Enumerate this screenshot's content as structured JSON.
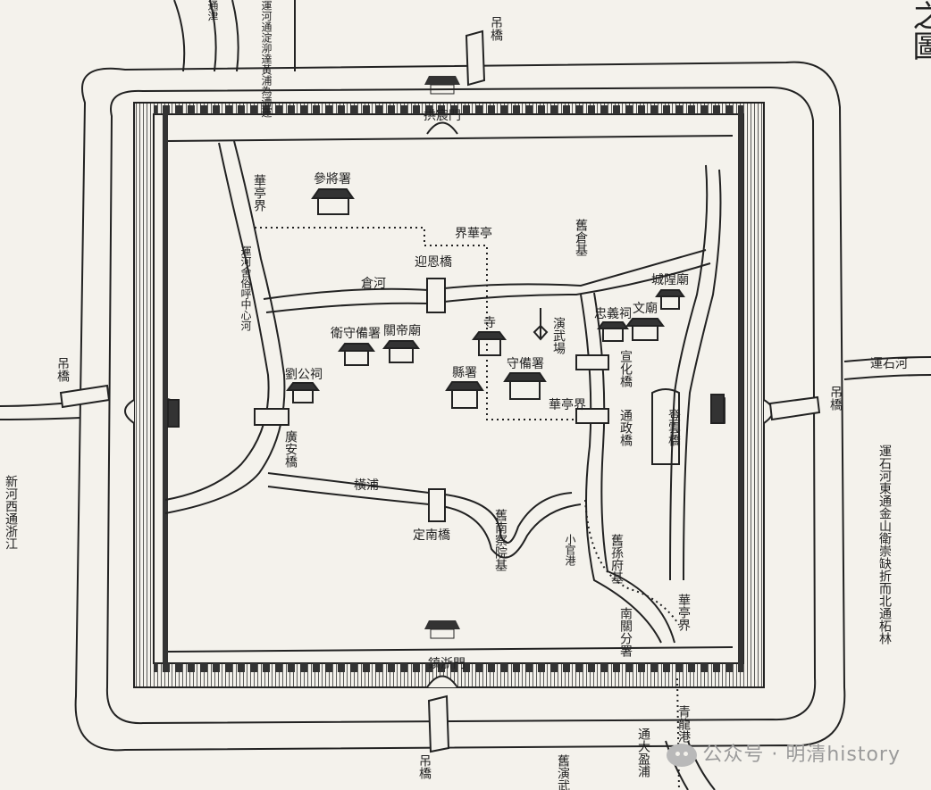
{
  "map": {
    "gates": {
      "north": "拱宸門",
      "south": "鎮浙門"
    },
    "offices": {
      "cansan": "參將署",
      "weishou": "衛守備署",
      "guandi": "關帝廟",
      "xian": "縣署",
      "shoubei": "守備署",
      "liu": "劉公祠",
      "chenghuang": "城隍廟",
      "wen": "文廟",
      "zhongyi": "忠義祠",
      "si": "寺"
    },
    "bridges": {
      "yingen": "迎恩橋",
      "guangan": "廣安橋",
      "dingnan": "定南橋",
      "xuanhua": "宣化橋",
      "tongzheng": "通政橋",
      "dengyun": "登雲橋",
      "diao": "吊橋"
    },
    "rivers": {
      "cang": "倉河",
      "hengpu": "橫浦",
      "center": "運河舍俗呼中心河",
      "xiaoguan": "小官港",
      "yunshi": "運石河"
    },
    "sites": {
      "jiucang": "舊倉基",
      "yanwu": "演武場",
      "jiunan": "舊南察院基",
      "jiufu": "舊孫府基",
      "nanjian": "南關分署",
      "qinglong": "青龍港",
      "tongda": "通大盈浦",
      "yanwu_out": "舊演武場"
    },
    "boundaries": {
      "huating1": "華亭界",
      "huating2": "界華亭",
      "huating3": "華亭界",
      "huating4": "華亭界"
    },
    "outer": {
      "nw_canal": "運河通淀泖達黃浦為漕運",
      "nw_small": "通津",
      "west_edge": "新河西通浙江",
      "east_text": "運石河東通金山衛崇缺折而北通柘林",
      "east_river": "運石河"
    },
    "title_fragment": "之圖",
    "watermark": "公众号 · 明清history"
  }
}
